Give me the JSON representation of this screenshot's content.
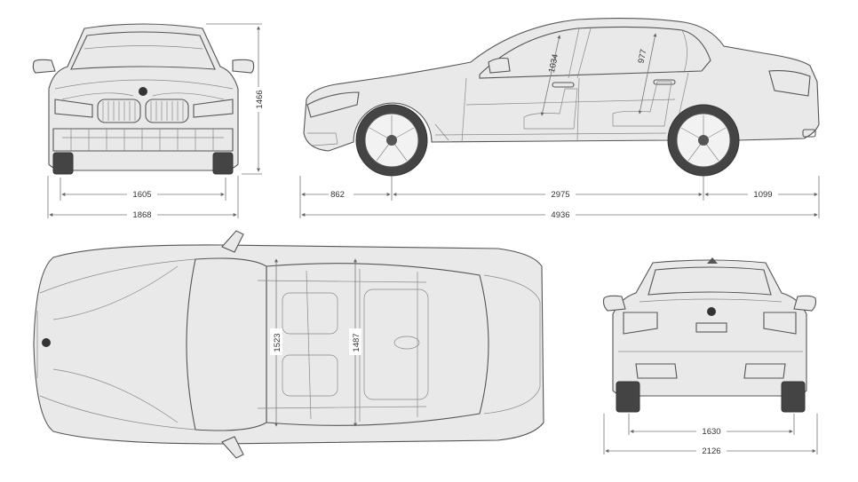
{
  "dimensions": {
    "front_height": "1466",
    "front_track": "1605",
    "front_width": "1868",
    "front_overhang": "862",
    "wheelbase": "2975",
    "rear_overhang": "1099",
    "length": "4936",
    "front_headroom": "1034",
    "rear_headroom": "977",
    "front_interior_width": "1523",
    "rear_interior_width": "1487",
    "rear_track": "1630",
    "width_with_mirrors": "2126"
  }
}
